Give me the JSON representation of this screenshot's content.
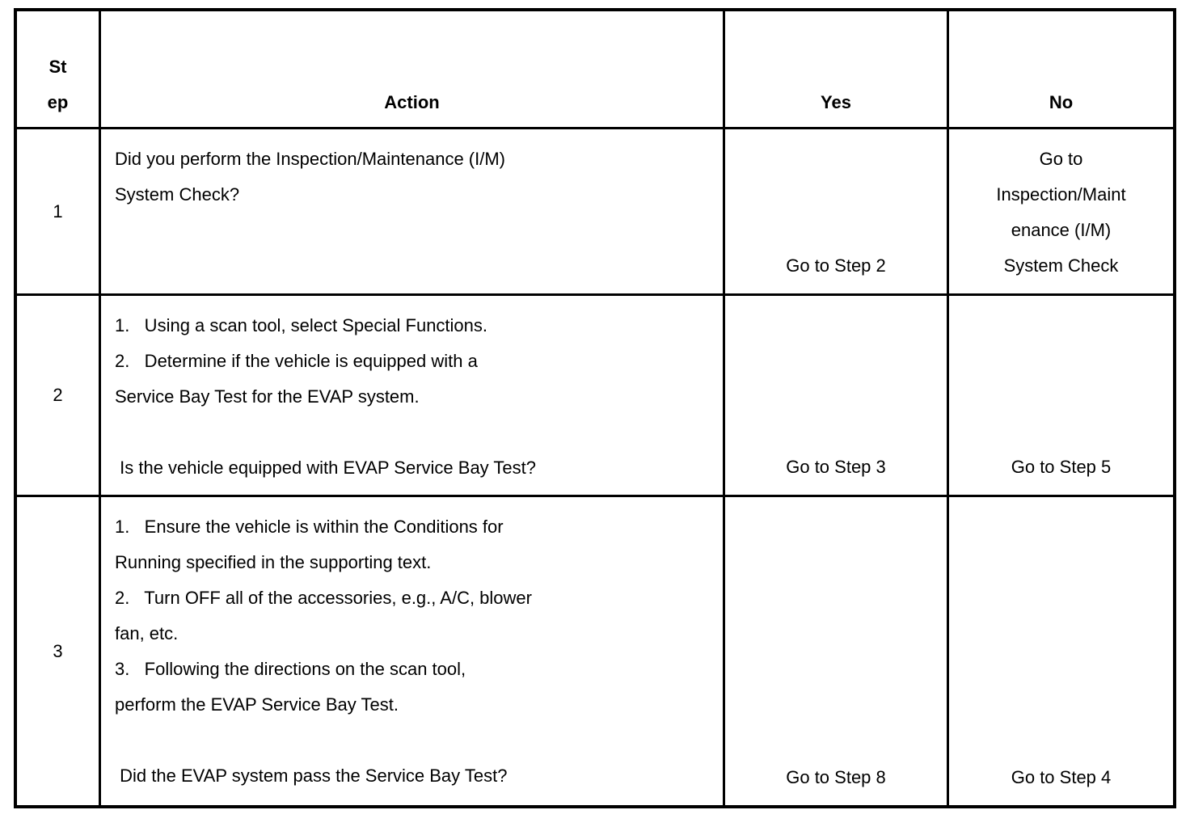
{
  "table": {
    "headers": {
      "step": "St\nep",
      "action": "Action",
      "yes": "Yes",
      "no": "No"
    },
    "rows": [
      {
        "step": "1",
        "action": "Did you perform the Inspection/Maintenance (I/M)\nSystem Check?",
        "yes": "Go to Step 2",
        "no": "Go to\nInspection/Maint\nenance (I/M)\nSystem Check"
      },
      {
        "step": "2",
        "action": "1.   Using a scan tool, select Special Functions.\n2.   Determine if the vehicle is equipped with a\nService Bay Test for the EVAP system.\n\n Is the vehicle equipped with EVAP Service Bay Test?",
        "yes": "Go to Step 3",
        "no": "Go to Step 5"
      },
      {
        "step": "3",
        "action": "1.   Ensure the vehicle is within the Conditions for\nRunning specified in the supporting text.\n2.   Turn OFF all of the accessories, e.g., A/C, blower\nfan, etc.\n3.   Following the directions on the scan tool,\nperform the EVAP Service Bay Test.\n\n Did the EVAP system pass the Service Bay Test?",
        "yes": "Go to Step 8",
        "no": "Go to Step 4"
      }
    ]
  },
  "colors": {
    "background": "#ffffff",
    "text": "#000000",
    "border": "#000000"
  }
}
